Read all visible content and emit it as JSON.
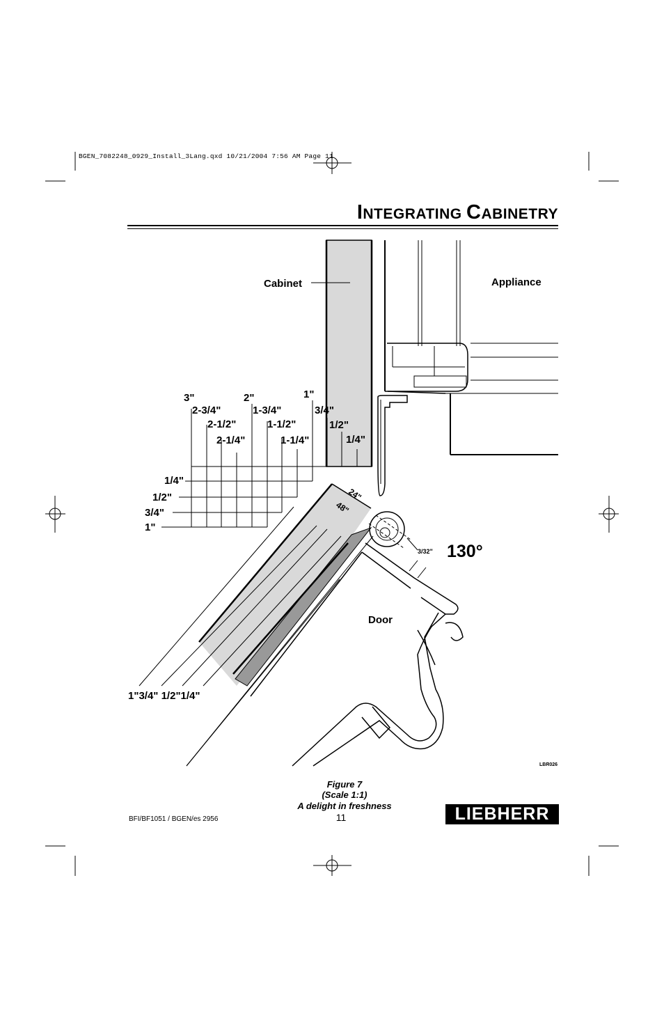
{
  "slug_line": "BGEN_7082248_0929_Install_3Lang.qxd  10/21/2004  7:56 AM  Page 11",
  "title": {
    "cap1": "I",
    "rest1": "NTEGRATING ",
    "cap2": "C",
    "rest2": "ABINETRY"
  },
  "diagram": {
    "labels": {
      "cabinet": "Cabinet",
      "appliance": "Appliance",
      "door": "Door",
      "angle": "130°",
      "gap": "3/32\"",
      "ref": "LBR026",
      "d24": "24\"",
      "d48": "48\""
    },
    "top_scale": [
      "3\"",
      "2-3/4\"",
      "2-1/2\"",
      "2-1/4\"",
      "2\"",
      "1-3/4\"",
      "1-1/2\"",
      "1-1/4\"",
      "1\"",
      "3/4\"",
      "1/2\"",
      "1/4\""
    ],
    "left_scale": [
      "1/4\"",
      "1/2\"",
      "3/4\"",
      "1\""
    ],
    "bottom_scale": "1\"3/4\" 1/2\"1/4\""
  },
  "caption": {
    "figure": "Figure 7",
    "scale": "(Scale 1:1)",
    "tagline": "A delight in freshness"
  },
  "page_number": "11",
  "doc_code": "BFI/BF1051 / BGEN/es 2956",
  "brand": "LIEBHERR"
}
